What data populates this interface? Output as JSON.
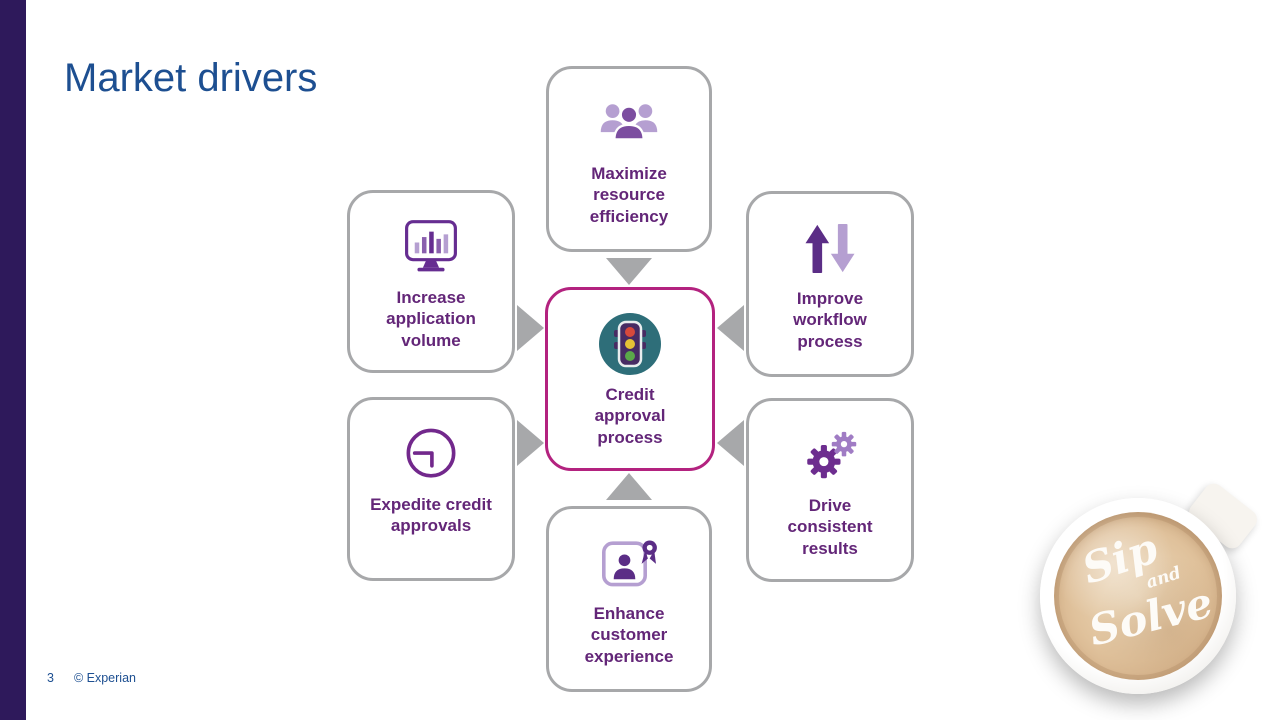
{
  "slide": {
    "title": "Market drivers",
    "page_number": "3",
    "copyright": "© Experian"
  },
  "diagram": {
    "center": {
      "label": "Credit approval process",
      "icon": "traffic-light-icon"
    },
    "nodes": [
      {
        "position": "top",
        "label": "Maximize resource efficiency",
        "icon": "team-icon"
      },
      {
        "position": "left-upper",
        "label": "Increase application volume",
        "icon": "monitor-bar-chart-icon"
      },
      {
        "position": "right-upper",
        "label": "Improve workflow process",
        "icon": "up-down-arrows-icon"
      },
      {
        "position": "left-lower",
        "label": "Expedite credit approvals",
        "icon": "clock-icon"
      },
      {
        "position": "right-lower",
        "label": "Drive consistent results",
        "icon": "gears-icon"
      },
      {
        "position": "bottom",
        "label": "Enhance customer experience",
        "icon": "customer-award-icon"
      }
    ]
  },
  "coffee_badge": {
    "word1": "Sip",
    "word2": "and",
    "word3": "Solve"
  },
  "colors": {
    "title_blue": "#1d4f91",
    "sidebar_purple": "#2e195b",
    "node_border_gray": "#a7a8aa",
    "center_border_magenta": "#b3227f",
    "label_purple": "#632678",
    "icon_purple_dark": "#662d91",
    "icon_purple_light": "#b59fd1",
    "traffic_light_teal": "#2e6e79"
  }
}
